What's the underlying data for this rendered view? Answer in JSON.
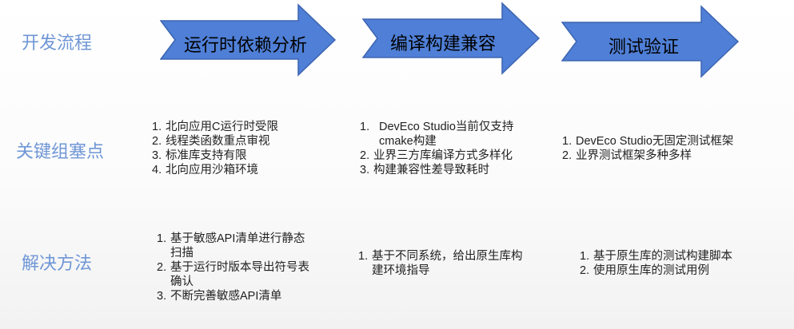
{
  "rows": [
    {
      "label": "开发流程"
    },
    {
      "label": "关键组塞点"
    },
    {
      "label": "解决方法"
    }
  ],
  "stages": [
    {
      "title": "运行时依赖分析",
      "blockers": [
        "北向应用C运行时受限",
        "线程类函数重点审视",
        "标准库支持有限",
        "北向应用沙箱环境"
      ],
      "solutions": [
        "基于敏感API清单进行静态扫描",
        "基于运行时版本导出符号表确认",
        "不断完善敏感API清单"
      ]
    },
    {
      "title": "编译构建兼容",
      "blockers": [
        "DevEco Studio当前仅支持cmake构建",
        "业界三方库编译方式多样化",
        "构建兼容性差导致耗时"
      ],
      "solutions": [
        "基于不同系统，给出原生库构建环境指导"
      ]
    },
    {
      "title": "测试验证",
      "blockers": [
        "DevEco Studio无固定测试框架",
        "业界测试框架多种多样"
      ],
      "solutions": [
        "基于原生库的测试构建脚本",
        "使用原生库的测试用例"
      ]
    }
  ],
  "colors": {
    "arrow_fill": "#4f7fd6",
    "arrow_stroke": "#3d65b0",
    "row_label": "#6f96d6"
  }
}
